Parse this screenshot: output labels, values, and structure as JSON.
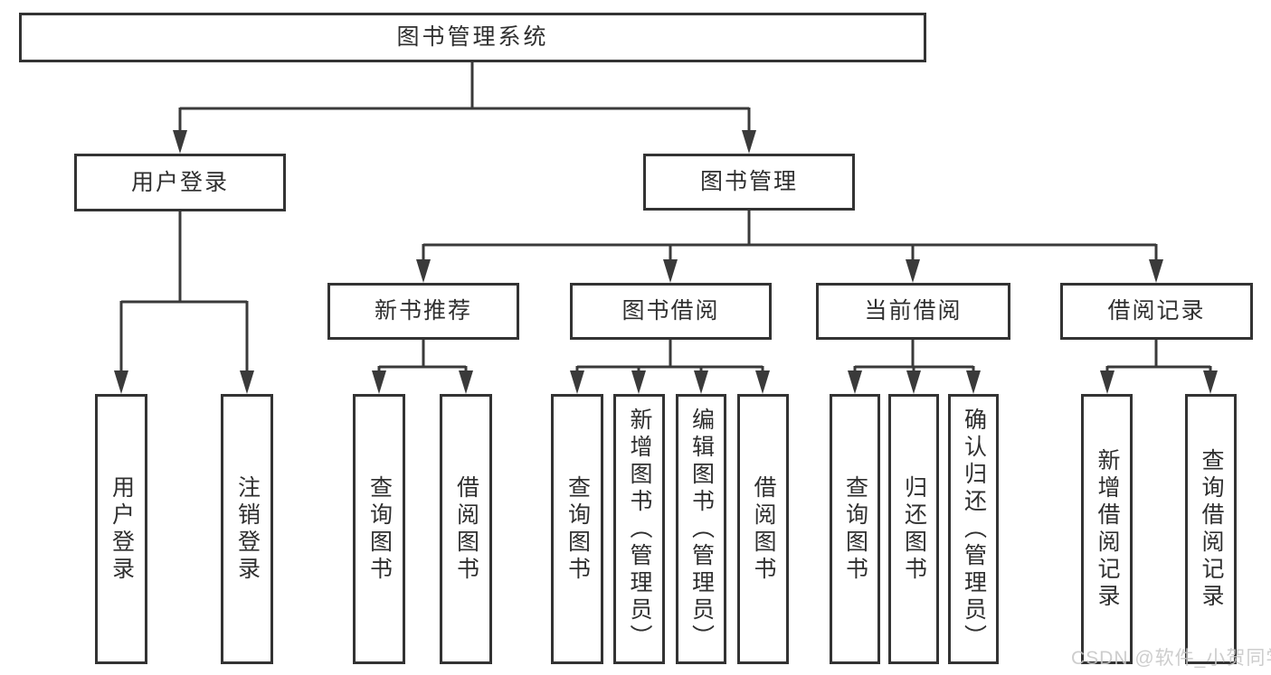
{
  "diagram": {
    "colors": {
      "line": "#3a3a3a",
      "box_border": "#333333",
      "text": "#2f2f2f",
      "background": "#ffffff",
      "watermark": "#c6c6c6"
    },
    "tree": {
      "label": "图书管理系统",
      "children": [
        {
          "label": "用户登录",
          "children": [
            {
              "label": "用户登录"
            },
            {
              "label": "注销登录"
            }
          ]
        },
        {
          "label": "图书管理",
          "children": [
            {
              "label": "新书推荐",
              "children": [
                {
                  "label": "查询图书"
                },
                {
                  "label": "借阅图书"
                }
              ]
            },
            {
              "label": "图书借阅",
              "children": [
                {
                  "label": "查询图书"
                },
                {
                  "label": "新增图书（管理员）"
                },
                {
                  "label": "编辑图书（管理员）"
                },
                {
                  "label": "借阅图书"
                }
              ]
            },
            {
              "label": "当前借阅",
              "children": [
                {
                  "label": "查询图书"
                },
                {
                  "label": "归还图书"
                },
                {
                  "label": "确认归还（管理员）"
                }
              ]
            },
            {
              "label": "借阅记录",
              "children": [
                {
                  "label": "新增借阅记录"
                },
                {
                  "label": "查询借阅记录"
                }
              ]
            }
          ]
        }
      ]
    },
    "watermark": {
      "text": "CSDN @软件_小贺同学"
    }
  }
}
